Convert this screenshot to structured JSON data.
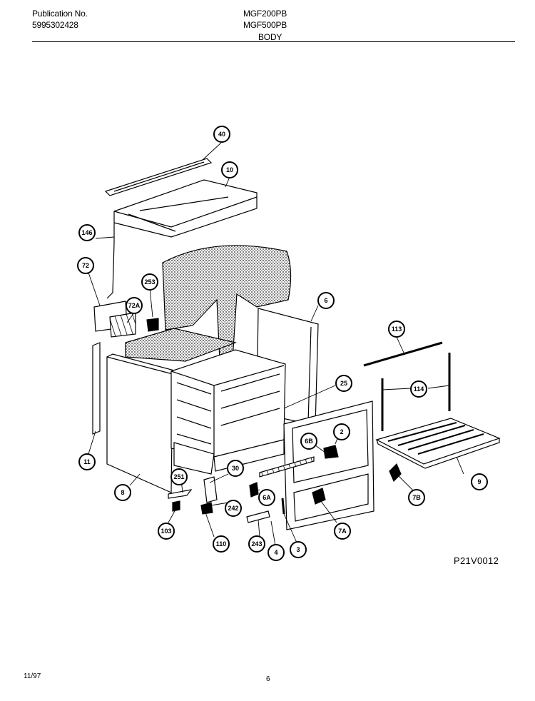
{
  "header": {
    "publication_label": "Publication No.",
    "publication_number": "5995302428",
    "model_1": "MGF200PB",
    "model_2": "MGF500PB",
    "section": "BODY"
  },
  "callouts": [
    "40",
    "10",
    "146",
    "72",
    "253",
    "72A",
    "6",
    "113",
    "114",
    "11",
    "8",
    "25",
    "2",
    "9",
    "6B",
    "251",
    "30",
    "6A",
    "7B",
    "242",
    "103",
    "110",
    "243",
    "4",
    "3",
    "7A"
  ],
  "diagram_code": "P21V0012",
  "footer": {
    "date": "11/97",
    "page": "6"
  }
}
